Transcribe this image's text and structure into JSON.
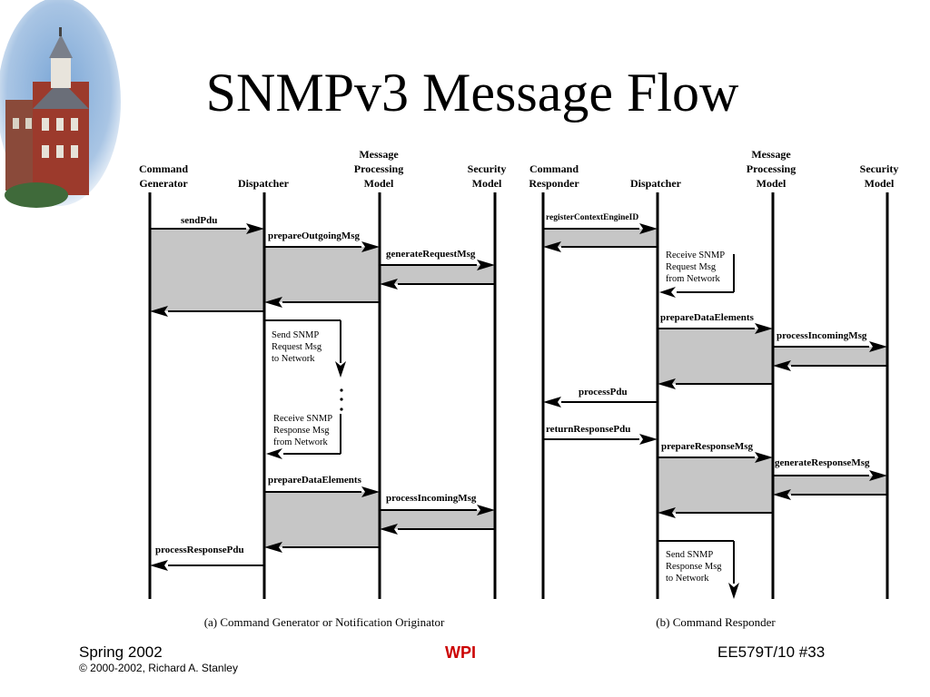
{
  "slide": {
    "title": "SNMPv3 Message Flow"
  },
  "panel_a": {
    "columns": [
      {
        "id": "cg",
        "lines": [
          "Command",
          "Generator"
        ]
      },
      {
        "id": "disp",
        "lines": [
          "Dispatcher"
        ]
      },
      {
        "id": "mpm",
        "lines": [
          "Message",
          "Processing",
          "Model"
        ]
      },
      {
        "id": "sec",
        "lines": [
          "Security",
          "Model"
        ]
      }
    ],
    "messages": {
      "sendPdu": "sendPdu",
      "prepareOutgoingMsg": "prepareOutgoingMsg",
      "generateRequestMsg": "generateRequestMsg",
      "prepareDataElements": "prepareDataElements",
      "processIncomingMsg": "processIncomingMsg",
      "processResponsePdu": "processResponsePdu"
    },
    "notes": {
      "send": [
        "Send SNMP",
        "Request Msg",
        "to Network"
      ],
      "receive": [
        "Receive SNMP",
        "Response Msg",
        "from Network"
      ]
    },
    "caption": "(a) Command Generator or Notification Originator"
  },
  "panel_b": {
    "columns": [
      {
        "id": "cr",
        "lines": [
          "Command",
          "Responder"
        ]
      },
      {
        "id": "disp",
        "lines": [
          "Dispatcher"
        ]
      },
      {
        "id": "mpm",
        "lines": [
          "Message",
          "Processing",
          "Model"
        ]
      },
      {
        "id": "sec",
        "lines": [
          "Security",
          "Model"
        ]
      }
    ],
    "messages": {
      "registerContextEngineID": "registerContextEngineID",
      "prepareDataElements": "prepareDataElements",
      "processIncomingMsg": "processIncomingMsg",
      "processPdu": "processPdu",
      "returnResponsePdu": "returnResponsePdu",
      "prepareResponseMsg": "prepareResponseMsg",
      "generateResponseMsg": "generateResponseMsg"
    },
    "notes": {
      "receive": [
        "Receive SNMP",
        "Request Msg",
        "from Network"
      ],
      "send": [
        "Send SNMP",
        "Response Msg",
        "to Network"
      ]
    },
    "caption": "(b) Command Responder"
  },
  "footer": {
    "term": "Spring 2002",
    "copyright": "© 2000-2002, Richard A. Stanley",
    "org": "WPI",
    "course": "EE579T/10  #33"
  },
  "colors": {
    "box_fill": "#c6c6c6",
    "line": "#000000",
    "org_red": "#cc0000"
  }
}
